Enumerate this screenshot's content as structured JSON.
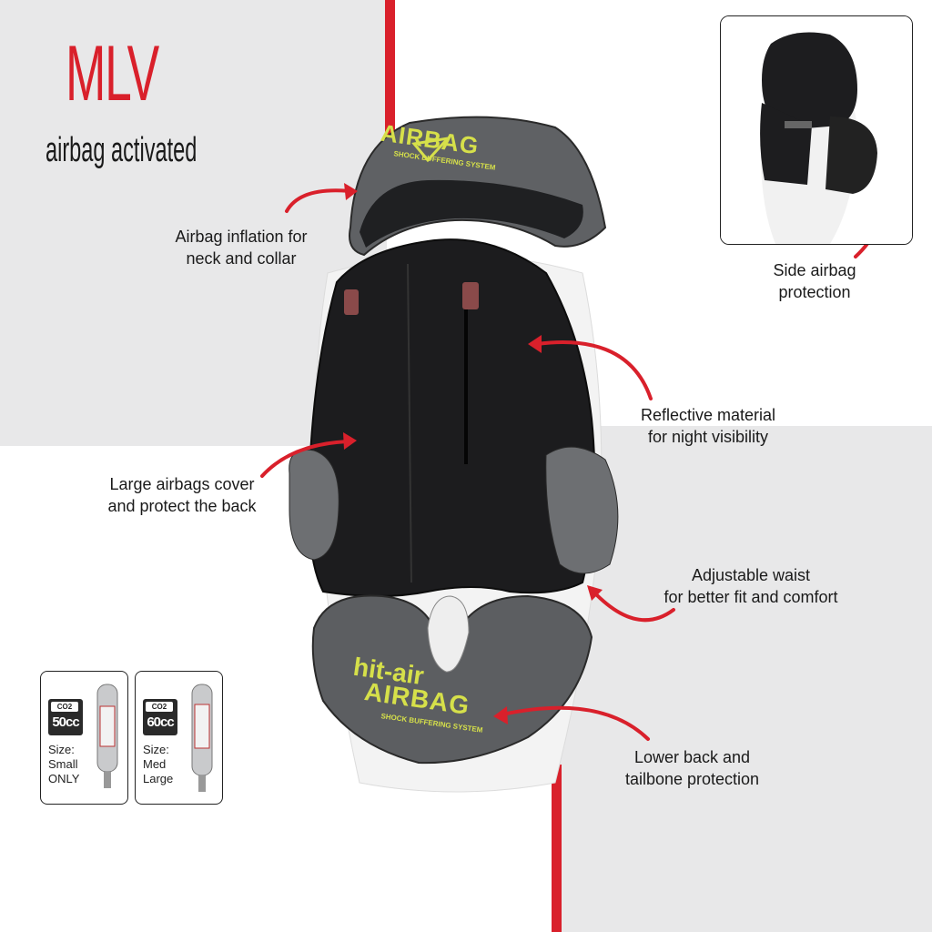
{
  "header": {
    "title": "MLV",
    "subtitle": "airbag activated"
  },
  "callouts": {
    "neck": [
      "Airbag inflation for",
      "neck and collar"
    ],
    "side": [
      "Side airbag",
      "protection"
    ],
    "reflective": [
      "Reflective material",
      "for night visibility"
    ],
    "back": [
      "Large airbags cover",
      "and protect the back"
    ],
    "waist": [
      "Adjustable waist",
      "for better fit and comfort"
    ],
    "tailbone": [
      "Lower back and",
      "tailbone protection"
    ]
  },
  "vest_print": {
    "brand": "hit-air",
    "logo": "AIRBAG",
    "tagline": "SHOCK BUFFERING SYSTEM"
  },
  "canisters": [
    {
      "badge": "CO2",
      "volume": "50cc",
      "size_lines": [
        "Size:",
        "Small",
        "ONLY"
      ]
    },
    {
      "badge": "CO2",
      "volume": "60cc",
      "size_lines": [
        "Size:",
        "Med",
        "Large"
      ]
    }
  ],
  "colors": {
    "accent_red": "#d9202b",
    "logo_yellow": "#d6e04a",
    "vest_black": "#1c1c1e",
    "panel_grey": "#e8e8e9"
  }
}
